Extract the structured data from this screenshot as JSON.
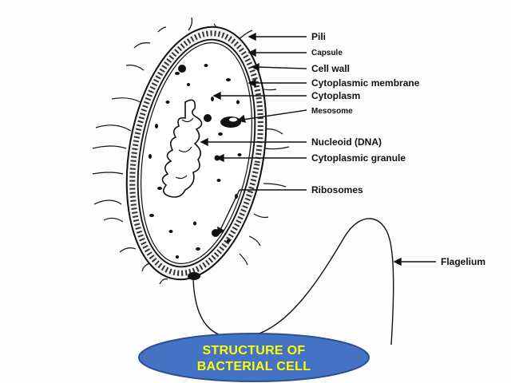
{
  "diagram": {
    "labels": {
      "pili": "Pili",
      "capsule": "Capsule",
      "cell_wall": "Cell wall",
      "cytoplasmic_membrane": "Cytoplasmic membrane",
      "cytoplasm": "Cytoplasm",
      "mesosome": "Mesosome",
      "nucleoid": "Nucleoid (DNA)",
      "cytoplasmic_granule": "Cytoplasmic granule",
      "ribosomes": "Ribosomes",
      "flagellum": "Flagelium"
    }
  },
  "banner": {
    "line1": "STRUCTURE OF",
    "line2": "BACTERIAL CELL"
  },
  "colors": {
    "banner_fill": "#4472c4",
    "banner_stroke": "#2f4f8f",
    "banner_text": "#ffff00",
    "ink": "#111111"
  }
}
